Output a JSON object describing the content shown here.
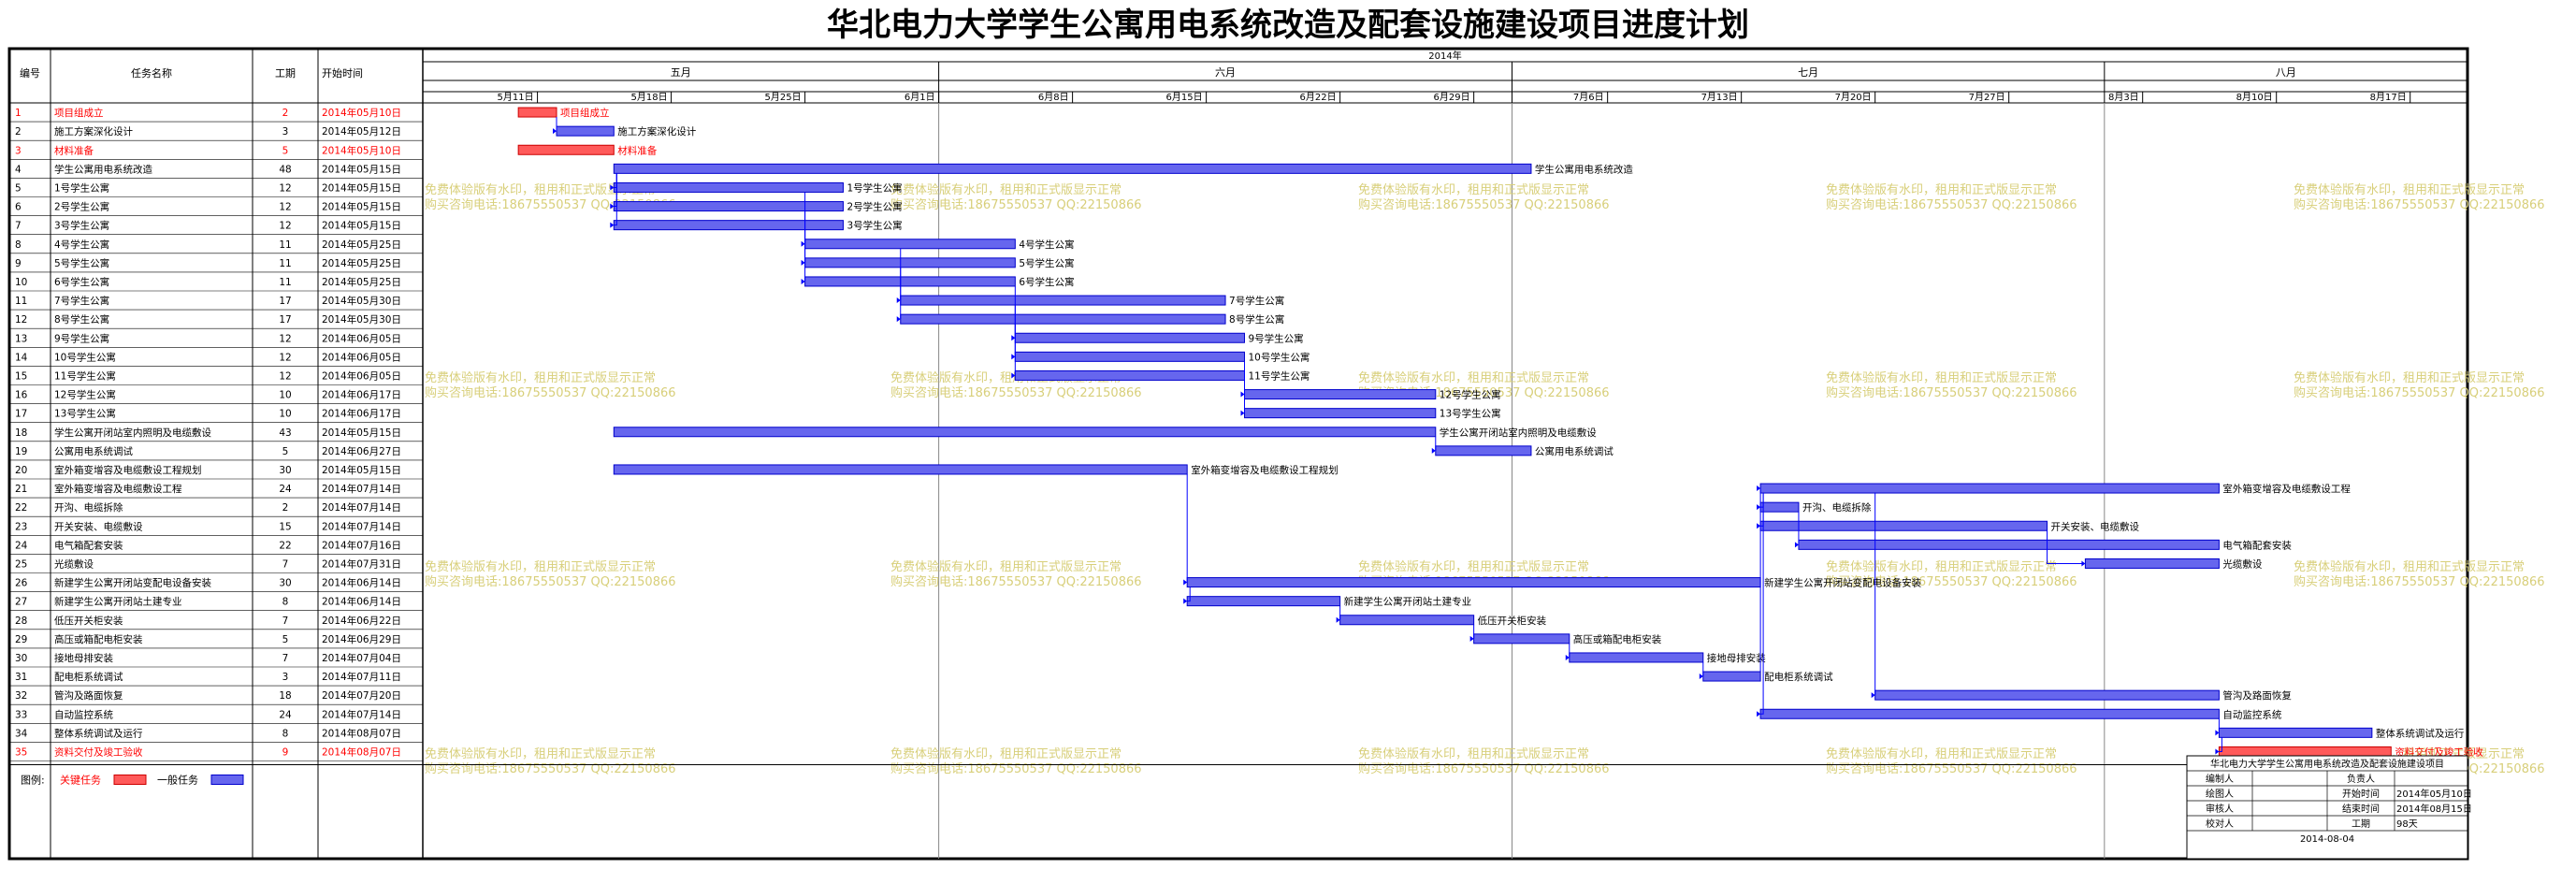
{
  "title": "华北电力大学学生公寓用电系统改造及配套设施建设项目进度计划",
  "colors": {
    "critical": "#ff5a5a",
    "normal": "#6666ee",
    "normal_stroke": "#0000cc",
    "critical_text": "#ff0000",
    "link": "#0000ff",
    "watermark": "#d8cf7a"
  },
  "columns": {
    "id": "编号",
    "name": "任务名称",
    "duration": "工期",
    "start": "开始时间"
  },
  "timeline": {
    "year": "2014年",
    "months": [
      {
        "label": "五月",
        "start": "2014-05-01",
        "end": "2014-06-01"
      },
      {
        "label": "六月",
        "start": "2014-06-01",
        "end": "2014-07-01"
      },
      {
        "label": "七月",
        "start": "2014-07-01",
        "end": "2014-08-01"
      },
      {
        "label": "八月",
        "start": "2014-08-01",
        "end": "2014-08-20"
      }
    ],
    "weeks": [
      {
        "label": "5月11日",
        "date": "2014-05-11"
      },
      {
        "label": "5月18日",
        "date": "2014-05-18"
      },
      {
        "label": "5月25日",
        "date": "2014-05-25"
      },
      {
        "label": "6月1日",
        "date": "2014-06-01"
      },
      {
        "label": "6月8日",
        "date": "2014-06-08"
      },
      {
        "label": "6月15日",
        "date": "2014-06-15"
      },
      {
        "label": "6月22日",
        "date": "2014-06-22"
      },
      {
        "label": "6月29日",
        "date": "2014-06-29"
      },
      {
        "label": "7月6日",
        "date": "2014-07-06"
      },
      {
        "label": "7月13日",
        "date": "2014-07-13"
      },
      {
        "label": "7月20日",
        "date": "2014-07-20"
      },
      {
        "label": "7月27日",
        "date": "2014-07-27"
      },
      {
        "label": "8月3日",
        "date": "2014-08-03"
      },
      {
        "label": "8月10日",
        "date": "2014-08-10"
      },
      {
        "label": "8月17日",
        "date": "2014-08-17"
      }
    ]
  },
  "watermark": {
    "line1": "免费体验版有水印，租用和正式版显示正常",
    "line2": "购买咨询电话:18675550537 QQ:22150866"
  },
  "legend": {
    "label": "图例:",
    "critical": "关键任务",
    "normal": "一般任务"
  },
  "info_box": {
    "project": "华北电力大学学生公寓用电系统改造及配套设施建设项目",
    "rows": [
      [
        "编制人",
        "",
        "负责人",
        ""
      ],
      [
        "绘图人",
        "",
        "开始时间",
        "2014年05月10日"
      ],
      [
        "审核人",
        "",
        "结束时间",
        "2014年08月15日"
      ],
      [
        "校对人",
        "",
        "工期",
        "98天"
      ]
    ],
    "date": "2014-08-04"
  },
  "chart_data": {
    "type": "gantt",
    "x_range": [
      "2014-05-05",
      "2014-08-20"
    ],
    "tasks": [
      {
        "id": "1",
        "name": "项目组成立",
        "duration": 2,
        "start": "2014年05月10日",
        "start_date": "2014-05-10",
        "critical": true,
        "label": "项目组成立"
      },
      {
        "id": "2",
        "name": "施工方案深化设计",
        "duration": 3,
        "start": "2014年05月12日",
        "start_date": "2014-05-12",
        "critical": false,
        "label": "施工方案深化设计"
      },
      {
        "id": "3",
        "name": "材料准备",
        "duration": 5,
        "start": "2014年05月10日",
        "start_date": "2014-05-10",
        "critical": true,
        "label": "材料准备"
      },
      {
        "id": "4",
        "name": "学生公寓用电系统改造",
        "duration": 48,
        "start": "2014年05月15日",
        "start_date": "2014-05-15",
        "critical": false,
        "label": "学生公寓用电系统改造"
      },
      {
        "id": "5",
        "name": "1号学生公寓",
        "duration": 12,
        "start": "2014年05月15日",
        "start_date": "2014-05-15",
        "critical": false,
        "label": "1号学生公寓"
      },
      {
        "id": "6",
        "name": "2号学生公寓",
        "duration": 12,
        "start": "2014年05月15日",
        "start_date": "2014-05-15",
        "critical": false,
        "label": "2号学生公寓"
      },
      {
        "id": "7",
        "name": "3号学生公寓",
        "duration": 12,
        "start": "2014年05月15日",
        "start_date": "2014-05-15",
        "critical": false,
        "label": "3号学生公寓"
      },
      {
        "id": "8",
        "name": "4号学生公寓",
        "duration": 11,
        "start": "2014年05月25日",
        "start_date": "2014-05-25",
        "critical": false,
        "label": "4号学生公寓"
      },
      {
        "id": "9",
        "name": "5号学生公寓",
        "duration": 11,
        "start": "2014年05月25日",
        "start_date": "2014-05-25",
        "critical": false,
        "label": "5号学生公寓"
      },
      {
        "id": "10",
        "name": "6号学生公寓",
        "duration": 11,
        "start": "2014年05月25日",
        "start_date": "2014-05-25",
        "critical": false,
        "label": "6号学生公寓"
      },
      {
        "id": "11",
        "name": "7号学生公寓",
        "duration": 17,
        "start": "2014年05月30日",
        "start_date": "2014-05-30",
        "critical": false,
        "label": "7号学生公寓"
      },
      {
        "id": "12",
        "name": "8号学生公寓",
        "duration": 17,
        "start": "2014年05月30日",
        "start_date": "2014-05-30",
        "critical": false,
        "label": "8号学生公寓"
      },
      {
        "id": "13",
        "name": "9号学生公寓",
        "duration": 12,
        "start": "2014年06月05日",
        "start_date": "2014-06-05",
        "critical": false,
        "label": "9号学生公寓"
      },
      {
        "id": "14",
        "name": "10号学生公寓",
        "duration": 12,
        "start": "2014年06月05日",
        "start_date": "2014-06-05",
        "critical": false,
        "label": "10号学生公寓"
      },
      {
        "id": "15",
        "name": "11号学生公寓",
        "duration": 12,
        "start": "2014年06月05日",
        "start_date": "2014-06-05",
        "critical": false,
        "label": "11号学生公寓"
      },
      {
        "id": "16",
        "name": "12号学生公寓",
        "duration": 10,
        "start": "2014年06月17日",
        "start_date": "2014-06-17",
        "critical": false,
        "label": "12号学生公寓"
      },
      {
        "id": "17",
        "name": "13号学生公寓",
        "duration": 10,
        "start": "2014年06月17日",
        "start_date": "2014-06-17",
        "critical": false,
        "label": "13号学生公寓"
      },
      {
        "id": "18",
        "name": "学生公寓开闭站室内照明及电缆敷设",
        "duration": 43,
        "start": "2014年05月15日",
        "start_date": "2014-05-15",
        "critical": false,
        "label": "学生公寓开闭站室内照明及电缆敷设"
      },
      {
        "id": "19",
        "name": "公寓用电系统调试",
        "duration": 5,
        "start": "2014年06月27日",
        "start_date": "2014-06-27",
        "critical": false,
        "label": "公寓用电系统调试"
      },
      {
        "id": "20",
        "name": "室外箱变增容及电缆敷设工程规划",
        "duration": 30,
        "start": "2014年05月15日",
        "start_date": "2014-05-15",
        "critical": false,
        "label": "室外箱变增容及电缆敷设工程规划"
      },
      {
        "id": "21",
        "name": "室外箱变增容及电缆敷设工程",
        "duration": 24,
        "start": "2014年07月14日",
        "start_date": "2014-07-14",
        "critical": false,
        "label": "室外箱变增容及电缆敷设工程"
      },
      {
        "id": "22",
        "name": "开沟、电缆拆除",
        "duration": 2,
        "start": "2014年07月14日",
        "start_date": "2014-07-14",
        "critical": false,
        "label": "开沟、电缆拆除"
      },
      {
        "id": "23",
        "name": "开关安装、电缆敷设",
        "duration": 15,
        "start": "2014年07月14日",
        "start_date": "2014-07-14",
        "critical": false,
        "label": "开关安装、电缆敷设"
      },
      {
        "id": "24",
        "name": "电气箱配套安装",
        "duration": 22,
        "start": "2014年07月16日",
        "start_date": "2014-07-16",
        "critical": false,
        "label": "电气箱配套安装"
      },
      {
        "id": "25",
        "name": "光缆敷设",
        "duration": 7,
        "start": "2014年07月31日",
        "start_date": "2014-07-31",
        "critical": false,
        "label": "光缆敷设"
      },
      {
        "id": "26",
        "name": "新建学生公寓开闭站变配电设备安装",
        "duration": 30,
        "start": "2014年06月14日",
        "start_date": "2014-06-14",
        "critical": false,
        "label": "新建学生公寓开闭站变配电设备安装"
      },
      {
        "id": "27",
        "name": "新建学生公寓开闭站土建专业",
        "duration": 8,
        "start": "2014年06月14日",
        "start_date": "2014-06-14",
        "critical": false,
        "label": "新建学生公寓开闭站土建专业"
      },
      {
        "id": "28",
        "name": "低压开关柜安装",
        "duration": 7,
        "start": "2014年06月22日",
        "start_date": "2014-06-22",
        "critical": false,
        "label": "低压开关柜安装"
      },
      {
        "id": "29",
        "name": "高压或箱配电柜安装",
        "duration": 5,
        "start": "2014年06月29日",
        "start_date": "2014-06-29",
        "critical": false,
        "label": "高压或箱配电柜安装"
      },
      {
        "id": "30",
        "name": "接地母排安装",
        "duration": 7,
        "start": "2014年07月04日",
        "start_date": "2014-07-04",
        "critical": false,
        "label": "接地母排安装"
      },
      {
        "id": "31",
        "name": "配电柜系统调试",
        "duration": 3,
        "start": "2014年07月11日",
        "start_date": "2014-07-11",
        "critical": false,
        "label": "配电柜系统调试"
      },
      {
        "id": "32",
        "name": "管沟及路面恢复",
        "duration": 18,
        "start": "2014年07月20日",
        "start_date": "2014-07-20",
        "critical": false,
        "label": "管沟及路面恢复"
      },
      {
        "id": "33",
        "name": "自动监控系统",
        "duration": 24,
        "start": "2014年07月14日",
        "start_date": "2014-07-14",
        "critical": false,
        "label": "自动监控系统"
      },
      {
        "id": "34",
        "name": "整体系统调试及运行",
        "duration": 8,
        "start": "2014年08月07日",
        "start_date": "2014-08-07",
        "critical": false,
        "label": "整体系统调试及运行"
      },
      {
        "id": "35",
        "name": "资料交付及竣工验收",
        "duration": 9,
        "start": "2014年08月07日",
        "start_date": "2014-08-07",
        "critical": true,
        "label": "资料交付及竣工验收"
      }
    ],
    "links": [
      [
        "1",
        "2"
      ],
      [
        "4",
        "5"
      ],
      [
        "4",
        "6"
      ],
      [
        "4",
        "7"
      ],
      [
        "5",
        "8"
      ],
      [
        "6",
        "9"
      ],
      [
        "7",
        "10"
      ],
      [
        "8",
        "11"
      ],
      [
        "9",
        "12"
      ],
      [
        "10",
        "13"
      ],
      [
        "11",
        "14"
      ],
      [
        "12",
        "15"
      ],
      [
        "14",
        "16"
      ],
      [
        "15",
        "17"
      ],
      [
        "18",
        "19"
      ],
      [
        "20",
        "26"
      ],
      [
        "26",
        "27"
      ],
      [
        "27",
        "28"
      ],
      [
        "28",
        "29"
      ],
      [
        "29",
        "30"
      ],
      [
        "30",
        "31"
      ],
      [
        "31",
        "21"
      ],
      [
        "21",
        "22"
      ],
      [
        "22",
        "23"
      ],
      [
        "22",
        "24"
      ],
      [
        "23",
        "25"
      ],
      [
        "21",
        "32"
      ],
      [
        "21",
        "33"
      ],
      [
        "33",
        "34"
      ],
      [
        "34",
        "35"
      ]
    ]
  }
}
